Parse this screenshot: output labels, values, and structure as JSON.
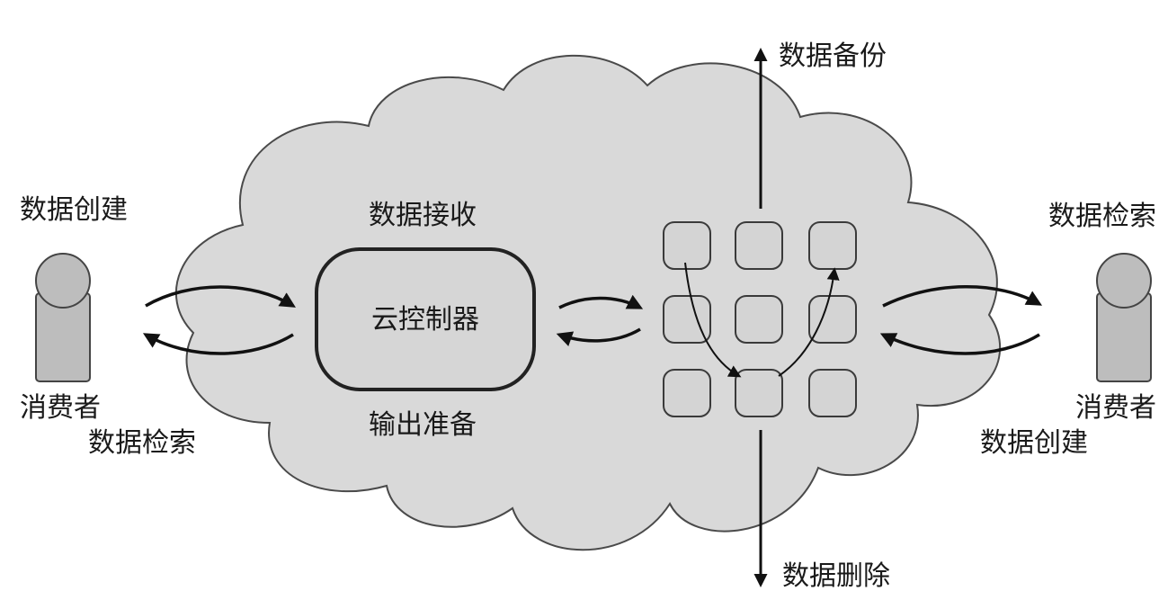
{
  "labels": {
    "left_create": "数据创建",
    "left_consumer": "消费者",
    "left_retrieve": "数据检索",
    "receive": "数据接收",
    "controller": "云控制器",
    "output": "输出准备",
    "backup": "数据备份",
    "delete": "数据删除",
    "right_retrieve": "数据检索",
    "right_consumer": "消费者",
    "right_create": "数据创建"
  },
  "colors": {
    "cloud_fill": "#d9d9d9",
    "stroke": "#111111",
    "person_fill": "#bdbdbd"
  }
}
